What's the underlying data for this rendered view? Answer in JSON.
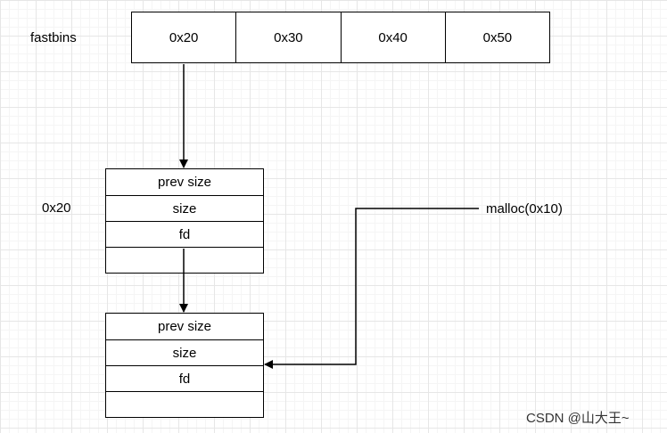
{
  "fastbins": {
    "label": "fastbins",
    "bins": [
      "0x20",
      "0x30",
      "0x40",
      "0x50"
    ]
  },
  "chunk_group_label": "0x20",
  "chunks": [
    {
      "fields": [
        "prev size",
        "size",
        "fd",
        ""
      ]
    },
    {
      "fields": [
        "prev size",
        "size",
        "fd",
        ""
      ]
    }
  ],
  "malloc_label": "malloc(0x10)",
  "watermark": "CSDN @山大王~"
}
